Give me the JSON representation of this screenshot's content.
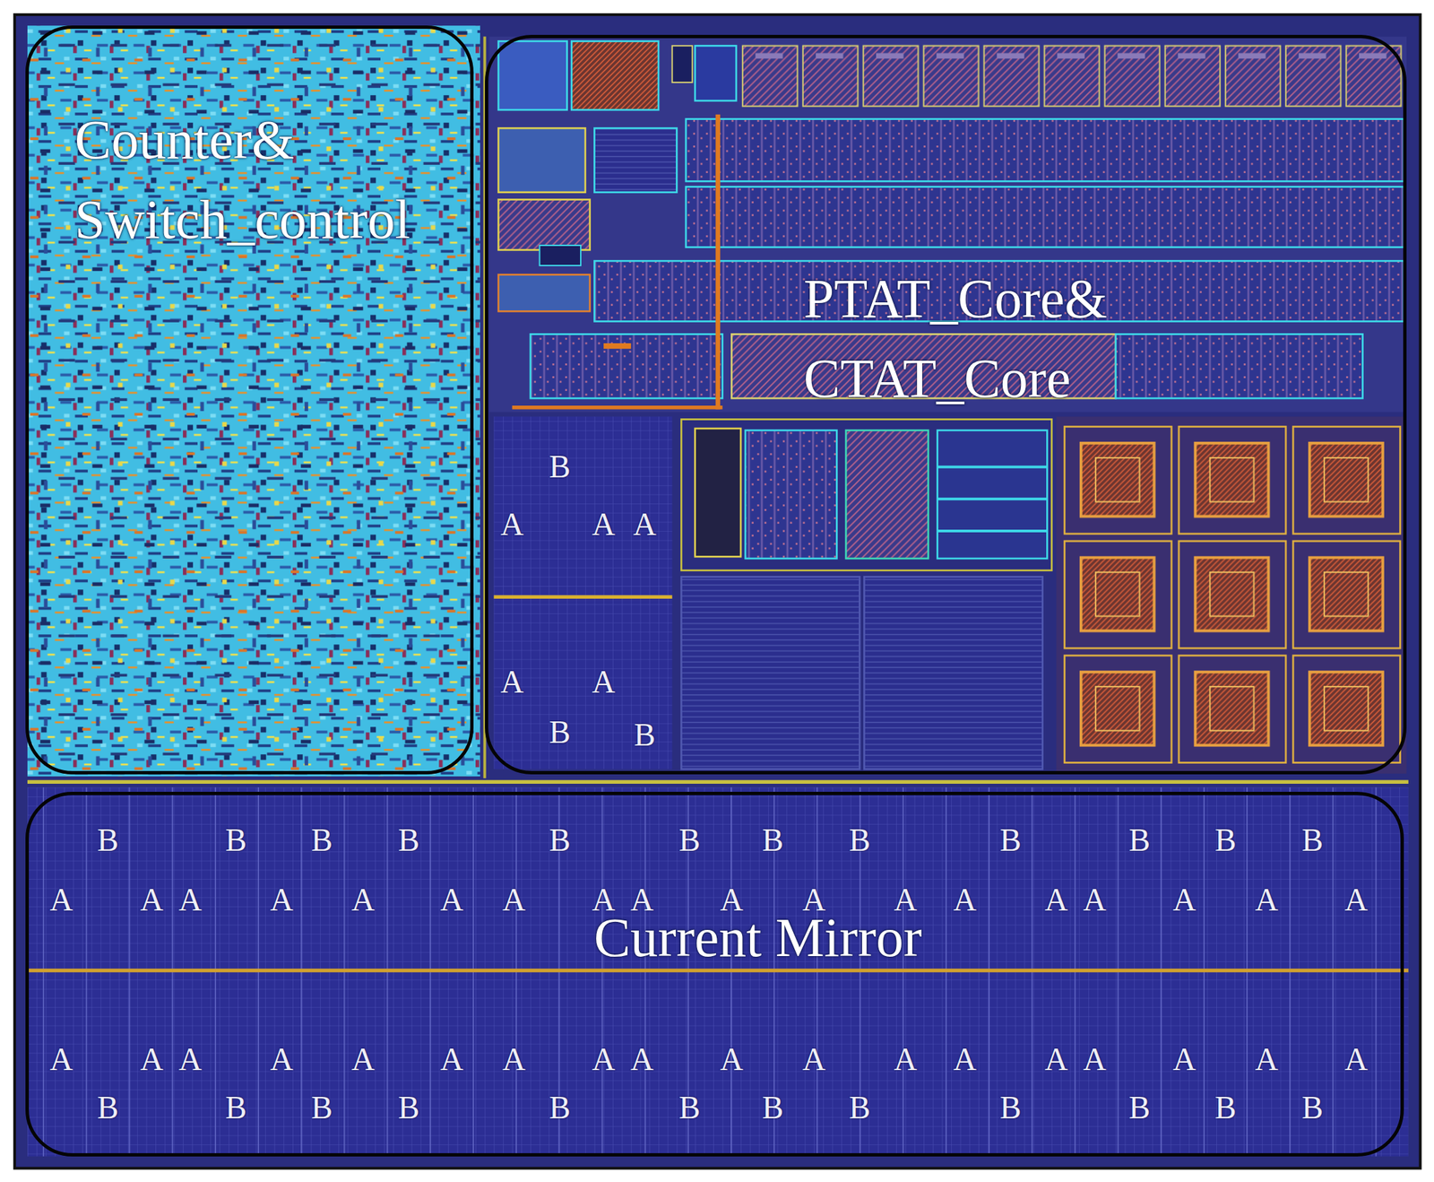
{
  "diagram": {
    "nodes": [
      {
        "text": [
          "Counter& Switch_control"
        ]
      },
      {
        "text": [
          "PTAT_Core& CTAT_Core"
        ]
      },
      {
        "text": [
          "Current Mirror"
        ]
      }
    ],
    "labels": [
      "B",
      "A",
      "A",
      "A",
      "A",
      "A",
      "B",
      "B",
      "B",
      "B",
      "B",
      "B",
      "B",
      "B",
      "B",
      "B",
      "B",
      "B",
      "B",
      "B",
      "A",
      "A",
      "A",
      "A",
      "A",
      "A",
      "A",
      "A",
      "A",
      "A",
      "A",
      "A",
      "A",
      "A",
      "A",
      "A",
      "A",
      "A",
      "A",
      "A",
      "A",
      "A",
      "A",
      "A",
      "A",
      "A",
      "A",
      "A",
      "A",
      "A",
      "A",
      "A",
      "A",
      "A",
      "A",
      "A",
      "B",
      "B",
      "B",
      "B",
      "B",
      "B",
      "B",
      "B",
      "B",
      "B",
      "B",
      "B"
    ]
  }
}
